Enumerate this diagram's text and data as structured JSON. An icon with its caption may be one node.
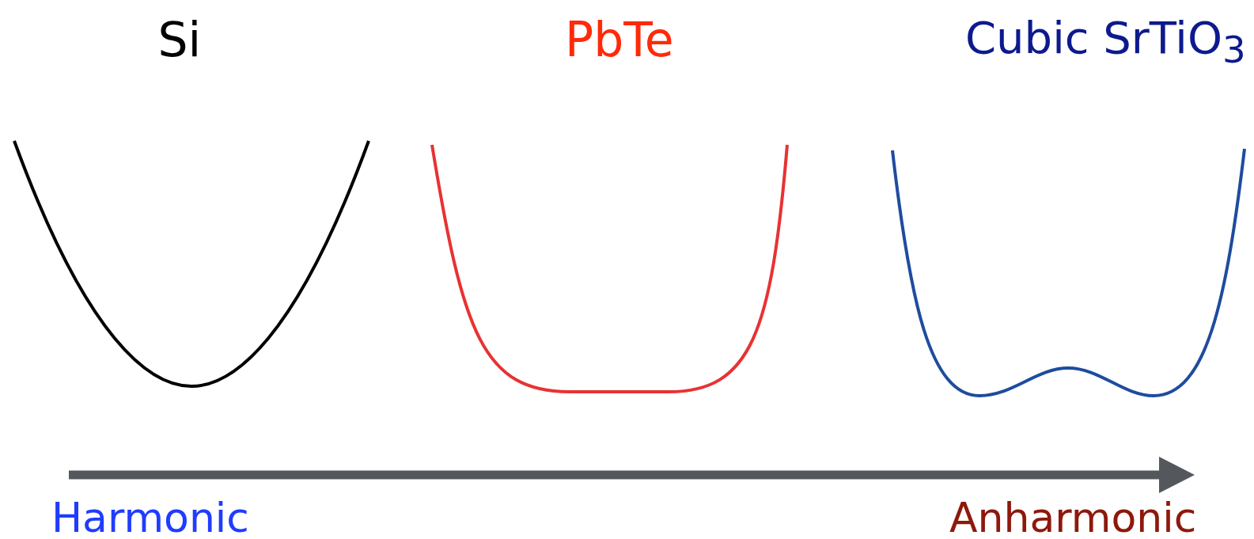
{
  "diagram": {
    "labels": [
      "Si",
      "PbTe",
      "Cubic SrTiO$_{3}$",
      "Harmonic",
      "Anharmonic"
    ]
  }
}
